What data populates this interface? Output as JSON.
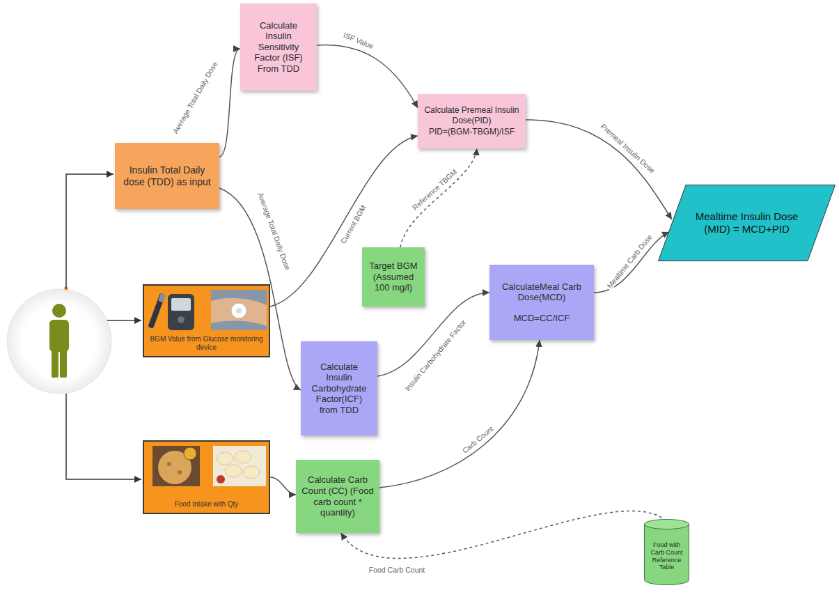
{
  "diagram": {
    "nodes": [
      {
        "text": [
          "Calculate Insulin Sensitivity Factor (ISF) From TDD"
        ]
      },
      {
        "text": [
          "Calculate Premeal Insulin Dose(PID)",
          "PID=(BGM-TBGM)/ISF"
        ]
      },
      {
        "text": [
          "Insulin Total Daily dose (TDD) as input"
        ]
      },
      {
        "text": [
          "Mealtime Insulin Dose (MID) = MCD+PID"
        ]
      },
      {
        "text": [
          "Target BGM (Assumed 100 mg/l)"
        ]
      },
      {
        "text": [
          "CalculateMeal Carb Dose(MCD)",
          "MCD=CC/ICF"
        ]
      },
      {
        "text": [
          "BGM Value from Glucose monitoring device"
        ]
      },
      {
        "text": [
          "Calculate Insulin Carbohydrate Factor(ICF) from TDD"
        ]
      },
      {
        "text": [
          "Food Intake with Qty"
        ]
      },
      {
        "text": [
          "Calculate Carb Count (CC) (Food carb count * quantity)"
        ]
      },
      {
        "text": [
          "Food with Carb Count Reference Table"
        ]
      }
    ],
    "edges": [
      {
        "from": 2,
        "to": 0,
        "arrow": "to",
        "label": "Average Total Daily Dose"
      },
      {
        "from": 2,
        "to": 7,
        "arrow": "to",
        "label": "Average Total Daily Dose"
      },
      {
        "from": 0,
        "to": 1,
        "arrow": "to",
        "label": "ISF Value"
      },
      {
        "from": 6,
        "to": 1,
        "arrow": "to",
        "label": "Current BGM"
      },
      {
        "from": 4,
        "to": 1,
        "arrow": "to",
        "label": "Reference TBGM"
      },
      {
        "from": 7,
        "to": 5,
        "arrow": "to",
        "label": "Insulin Carbohydrate Factor"
      },
      {
        "from": 1,
        "to": 3,
        "arrow": "to",
        "label": "Premeal Insulin Dose"
      },
      {
        "from": 5,
        "to": 3,
        "arrow": "to",
        "label": "Mealtime Carb Dose"
      },
      {
        "from": 8,
        "to": 9,
        "arrow": "to"
      },
      {
        "from": 9,
        "to": 5,
        "arrow": "to",
        "label": "Carb Count"
      },
      {
        "from": 10,
        "to": 9,
        "arrow": "to",
        "label": "Food Carb Count"
      }
    ]
  }
}
